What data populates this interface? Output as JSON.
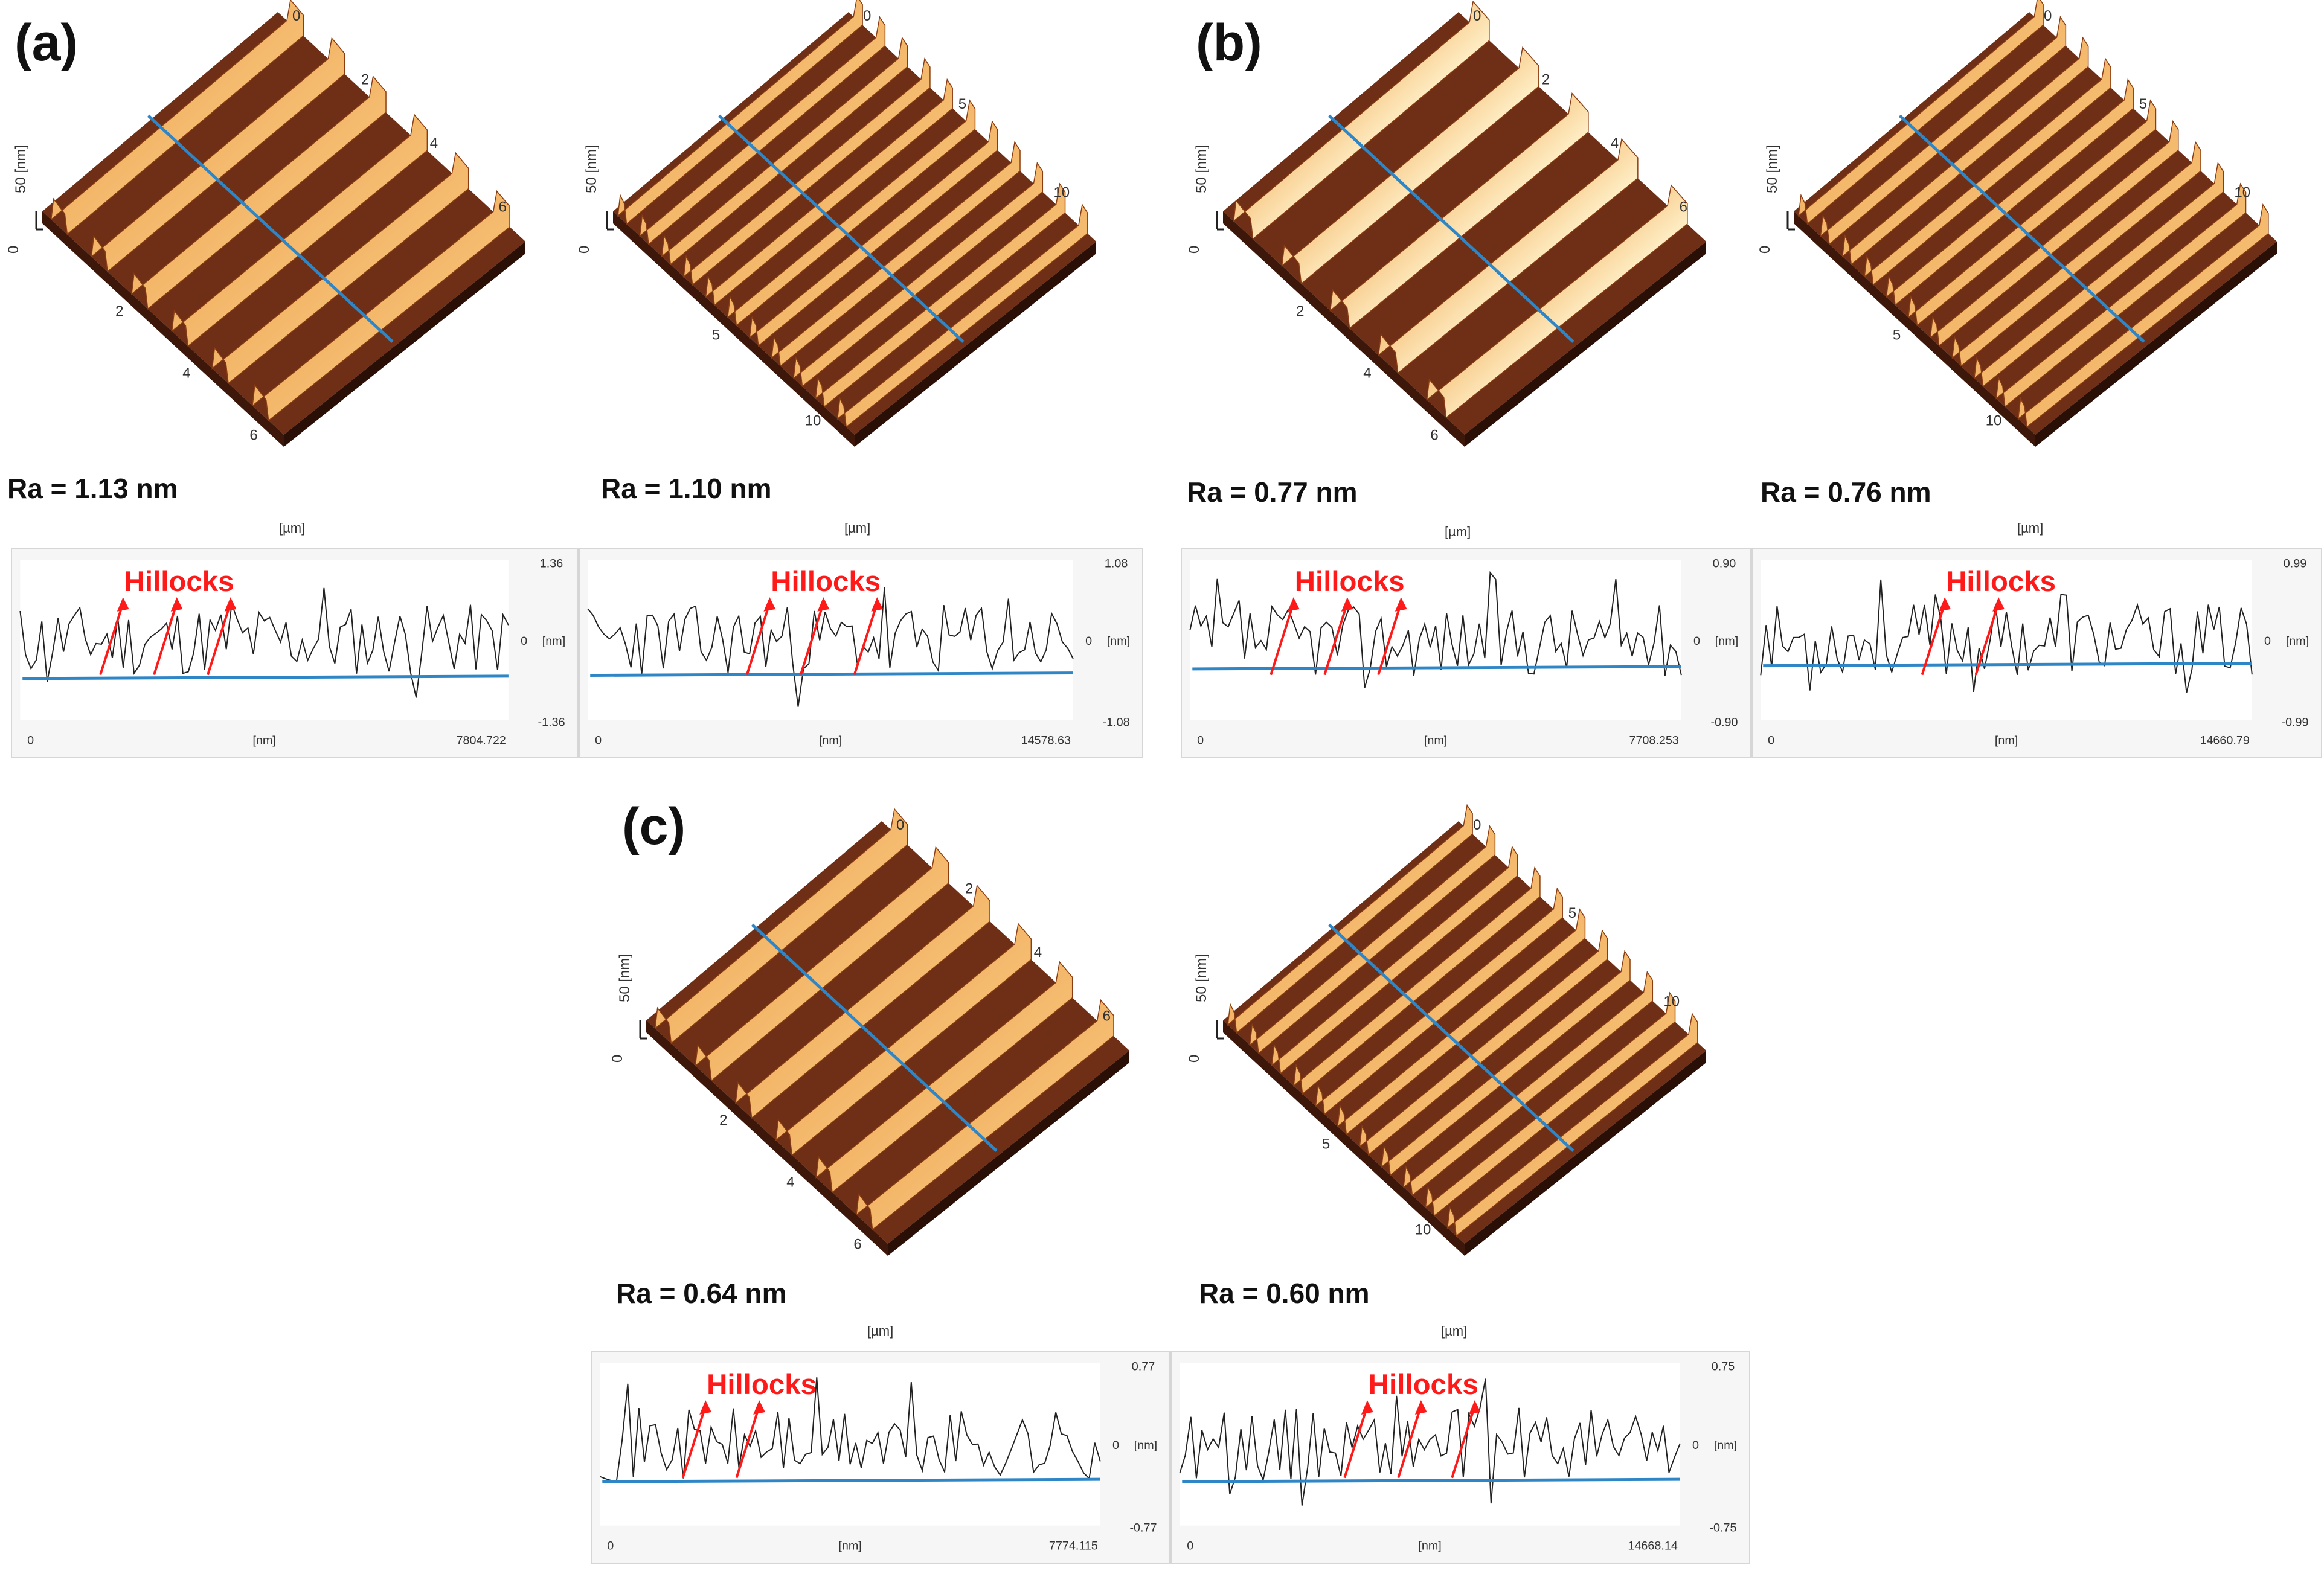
{
  "figure": {
    "panels": [
      {
        "label": "(a)",
        "scans": [
          {
            "ra": "Ra = 1.13 nm",
            "ridges": 6,
            "x_ticks": [
              "2",
              "4",
              "6"
            ],
            "y_ticks": [
              "0",
              "2",
              "4",
              "6"
            ],
            "z_label": "50",
            "z_unit": "[nm]",
            "z_zero": "0",
            "lateral_unit": "[µm]",
            "profile": {
              "top": "1.36",
              "mid": "0",
              "bottom": "-1.36",
              "y_unit": "[nm]",
              "x_start": "0",
              "x_unit": "[nm]",
              "x_end": "7804.722",
              "annotation": "Hillocks",
              "arrows": 3
            }
          },
          {
            "ra": "Ra = 1.10 nm",
            "ridges": 11,
            "x_ticks": [
              "5",
              "10"
            ],
            "y_ticks": [
              "0",
              "5",
              "10"
            ],
            "z_label": "50",
            "z_unit": "[nm]",
            "z_zero": "0",
            "lateral_unit": "[µm]",
            "profile": {
              "top": "1.08",
              "mid": "0",
              "bottom": "-1.08",
              "y_unit": "[nm]",
              "x_start": "0",
              "x_unit": "[nm]",
              "x_end": "14578.63",
              "annotation": "Hillocks",
              "arrows": 3
            }
          }
        ]
      },
      {
        "label": "(b)",
        "scans": [
          {
            "ra": "Ra = 0.77 nm",
            "ridges": 5,
            "x_ticks": [
              "2",
              "4",
              "6"
            ],
            "y_ticks": [
              "0",
              "2",
              "4",
              "6"
            ],
            "z_label": "50",
            "z_unit": "[nm]",
            "z_zero": "0",
            "lateral_unit": "[µm]",
            "profile": {
              "top": "0.90",
              "mid": "0",
              "bottom": "-0.90",
              "y_unit": "[nm]",
              "x_start": "0",
              "x_unit": "[nm]",
              "x_end": "7708.253",
              "annotation": "Hillocks",
              "arrows": 3
            }
          },
          {
            "ra": "Ra = 0.76 nm",
            "ridges": 11,
            "x_ticks": [
              "5",
              "10"
            ],
            "y_ticks": [
              "0",
              "5",
              "10"
            ],
            "z_label": "50",
            "z_unit": "[nm]",
            "z_zero": "0",
            "lateral_unit": "[µm]",
            "profile": {
              "top": "0.99",
              "mid": "0",
              "bottom": "-0.99",
              "y_unit": "[nm]",
              "x_start": "0",
              "x_unit": "[nm]",
              "x_end": "14660.79",
              "annotation": "Hillocks",
              "arrows": 2
            }
          }
        ]
      },
      {
        "label": "(c)",
        "scans": [
          {
            "ra": "Ra = 0.64 nm",
            "ridges": 6,
            "x_ticks": [
              "2",
              "4",
              "6"
            ],
            "y_ticks": [
              "0",
              "2",
              "4",
              "6"
            ],
            "z_label": "50",
            "z_unit": "[nm]",
            "z_zero": "0",
            "lateral_unit": "[µm]",
            "profile": {
              "top": "0.77",
              "mid": "0",
              "bottom": "-0.77",
              "y_unit": "[nm]",
              "x_start": "0",
              "x_unit": "[nm]",
              "x_end": "7774.115",
              "annotation": "Hillocks",
              "arrows": 2
            }
          },
          {
            "ra": "Ra = 0.60 nm",
            "ridges": 11,
            "x_ticks": [
              "5",
              "10"
            ],
            "y_ticks": [
              "0",
              "5",
              "10"
            ],
            "z_label": "50",
            "z_unit": "[nm]",
            "z_zero": "0",
            "lateral_unit": "[µm]",
            "profile": {
              "top": "0.75",
              "mid": "0",
              "bottom": "-0.75",
              "y_unit": "[nm]",
              "x_start": "0",
              "x_unit": "[nm]",
              "x_end": "14668.14",
              "annotation": "Hillocks",
              "arrows": 3
            }
          }
        ]
      }
    ]
  },
  "colors": {
    "afm_dark": "#6e2f16",
    "afm_mid": "#b4631f",
    "afm_light": "#f3b567",
    "afm_bright": "#fff2cc",
    "scan_line": "#2f86c6",
    "annotation": "#ff1a1a",
    "profile_trace": "#222222"
  }
}
